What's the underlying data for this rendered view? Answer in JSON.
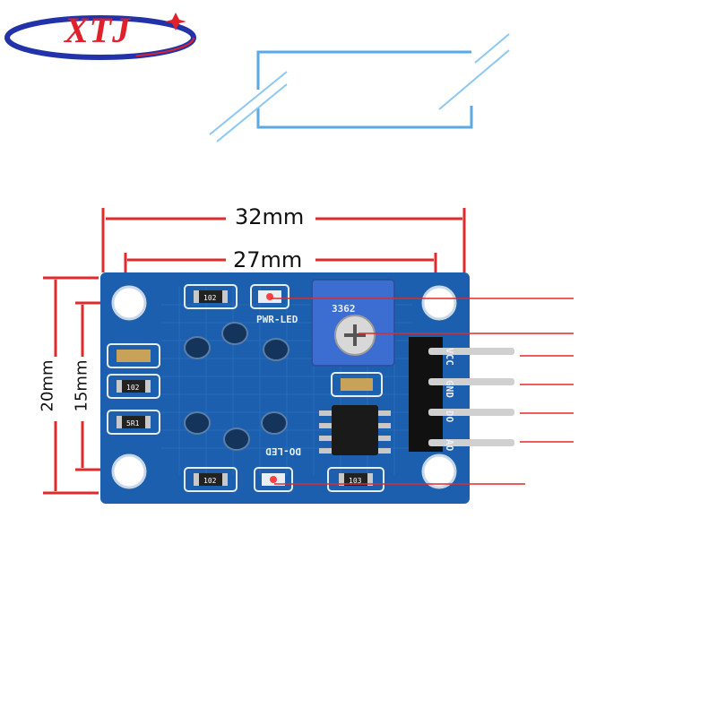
{
  "logo": {
    "text": "XTJ"
  },
  "dimensions": {
    "width_total": "32mm",
    "width_holes": "27mm",
    "height_total": "20mm",
    "height_holes": "15mm"
  },
  "silkscreen": {
    "power_led": "PWR-LED",
    "do_led": "DO-LED",
    "trimpot": "3362",
    "pins": [
      "VCC",
      "GND",
      "DO",
      "AO"
    ]
  },
  "components": {
    "res_top": "102",
    "res_left_mid": "102",
    "res_left_bottom": "5R1",
    "res_bottom_left": "102",
    "res_bottom_right": "103"
  },
  "colors": {
    "pcb": "#1b5fae",
    "logo": "#e0202a",
    "dimension_line": "#e22a2a",
    "frame": "#5aa9e6"
  }
}
